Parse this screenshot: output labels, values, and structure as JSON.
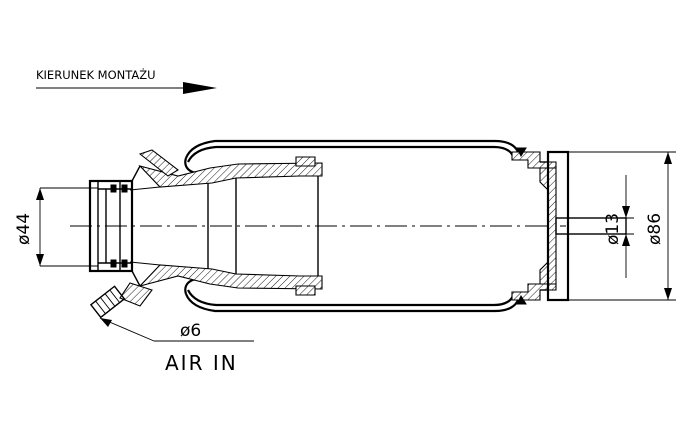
{
  "direction_label": "KIERUNEK MONTAŻU",
  "dim_left": "ø44",
  "dim_right_inner": "ø13",
  "dim_right_outer": "ø86",
  "dim_port": "ø6",
  "port_label": "AIR IN"
}
